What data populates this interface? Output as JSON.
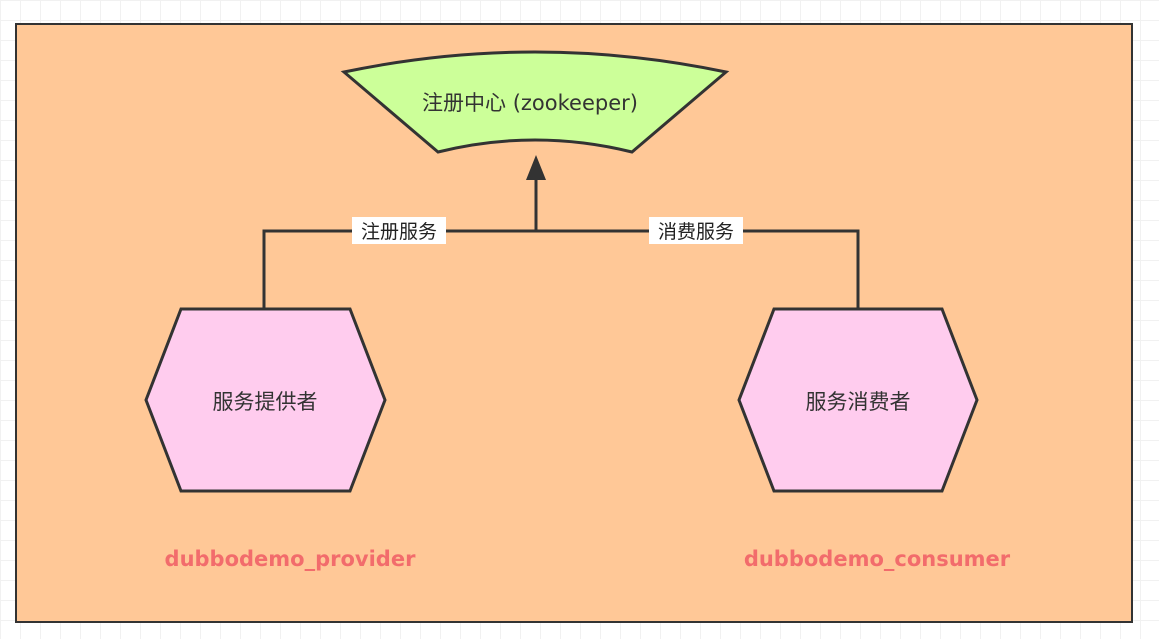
{
  "registry": {
    "label": "注册中心 (zookeeper)",
    "fill": "#ccff99"
  },
  "provider": {
    "label": "服务提供者",
    "caption": "dubbodemo_provider",
    "fill": "#ffccee"
  },
  "consumer": {
    "label": "服务消费者",
    "caption": "dubbodemo_consumer",
    "fill": "#ffccee"
  },
  "edges": {
    "register_label": "注册服务",
    "consume_label": "消费服务"
  },
  "colors": {
    "frame_fill": "#ffc897",
    "stroke": "#333333",
    "caption": "#f26c6c"
  }
}
